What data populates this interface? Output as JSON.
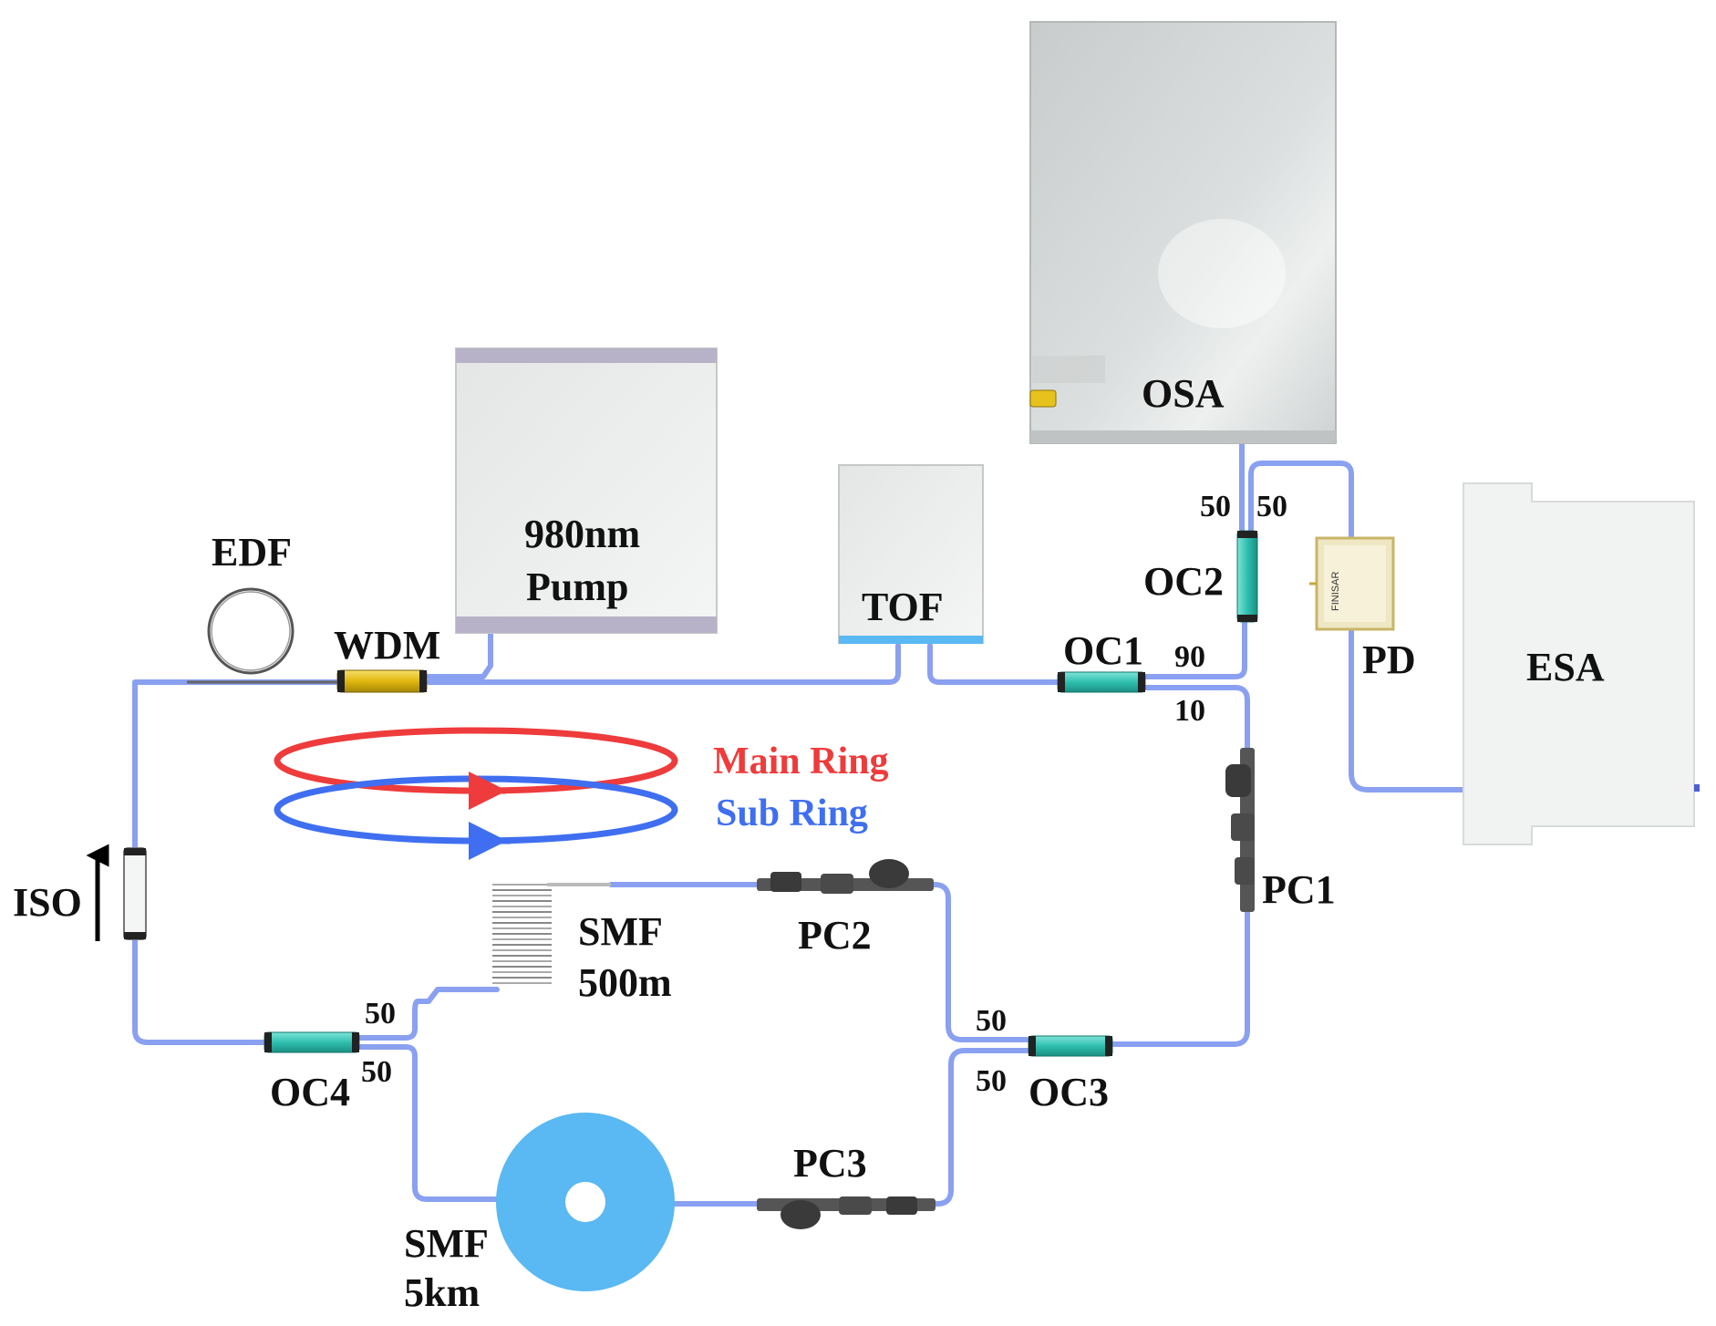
{
  "components": {
    "osa": "OSA",
    "pump": [
      "980nm",
      "Pump"
    ],
    "tof": "TOF",
    "edf": "EDF",
    "wdm": "WDM",
    "oc1": "OC1",
    "oc2": "OC2",
    "oc3": "OC3",
    "oc4": "OC4",
    "pd": "PD",
    "pd_brand": "FINISAR",
    "esa": "ESA",
    "iso": "ISO",
    "pc1": "PC1",
    "pc2": "PC2",
    "pc3": "PC3",
    "smf_short": [
      "SMF",
      "500m"
    ],
    "smf_long": [
      "SMF",
      "5km"
    ]
  },
  "ratios": {
    "oc2_left": "50",
    "oc2_right": "50",
    "oc1_top": "90",
    "oc1_bottom": "10",
    "oc4_top": "50",
    "oc4_bottom": "50",
    "oc3_top": "50",
    "oc3_bottom": "50"
  },
  "legend": {
    "main_ring": "Main Ring",
    "sub_ring": "Sub Ring",
    "main_color": "#ee3b3b",
    "sub_color": "#3f6ff0"
  },
  "colors": {
    "fiber": "#8aa0f0",
    "coupler": "#3cc6b8",
    "wdm": "#e8c21c",
    "spool": "#5ab8f2"
  }
}
